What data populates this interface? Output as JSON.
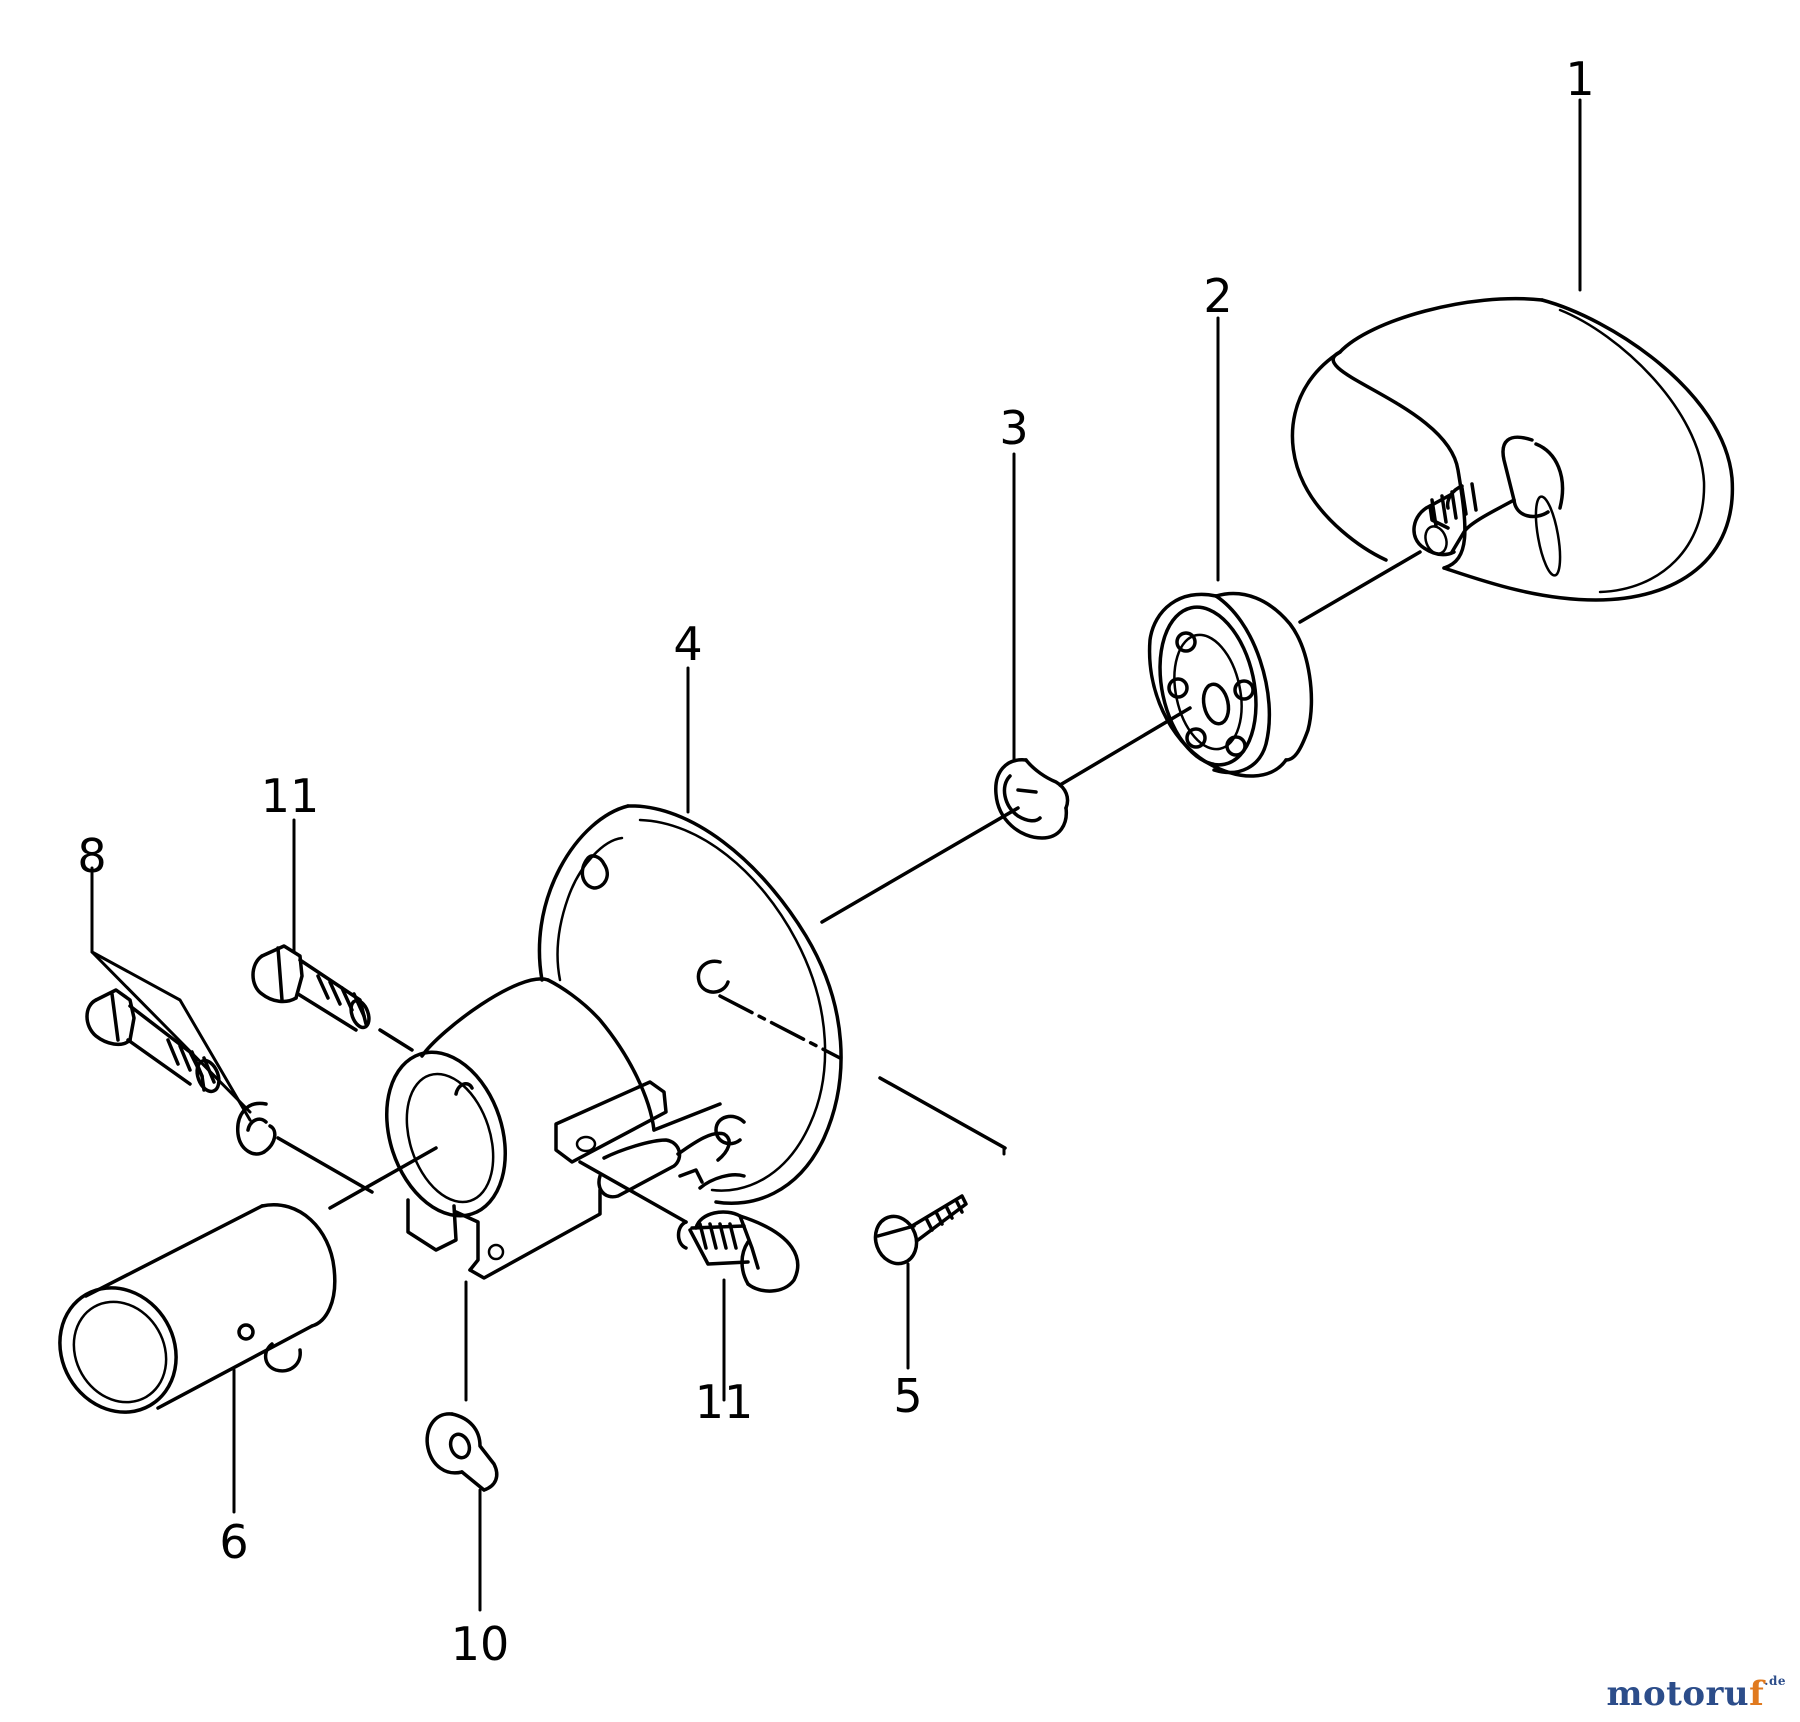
{
  "callouts": [
    {
      "id": "1",
      "label": "1"
    },
    {
      "id": "2",
      "label": "2"
    },
    {
      "id": "3",
      "label": "3"
    },
    {
      "id": "4",
      "label": "4"
    },
    {
      "id": "5",
      "label": "5"
    },
    {
      "id": "6",
      "label": "6"
    },
    {
      "id": "8",
      "label": "8"
    },
    {
      "id": "10",
      "label": "10"
    },
    {
      "id": "11a",
      "label": "11"
    },
    {
      "id": "11b",
      "label": "11"
    }
  ],
  "watermark": {
    "main": "motoru",
    "accent": "f",
    "tld": ".de"
  },
  "colors": {
    "line": "#000000",
    "background": "#ffffff",
    "watermark_main": "#2c4d8a",
    "watermark_accent": "#e07a1f"
  }
}
